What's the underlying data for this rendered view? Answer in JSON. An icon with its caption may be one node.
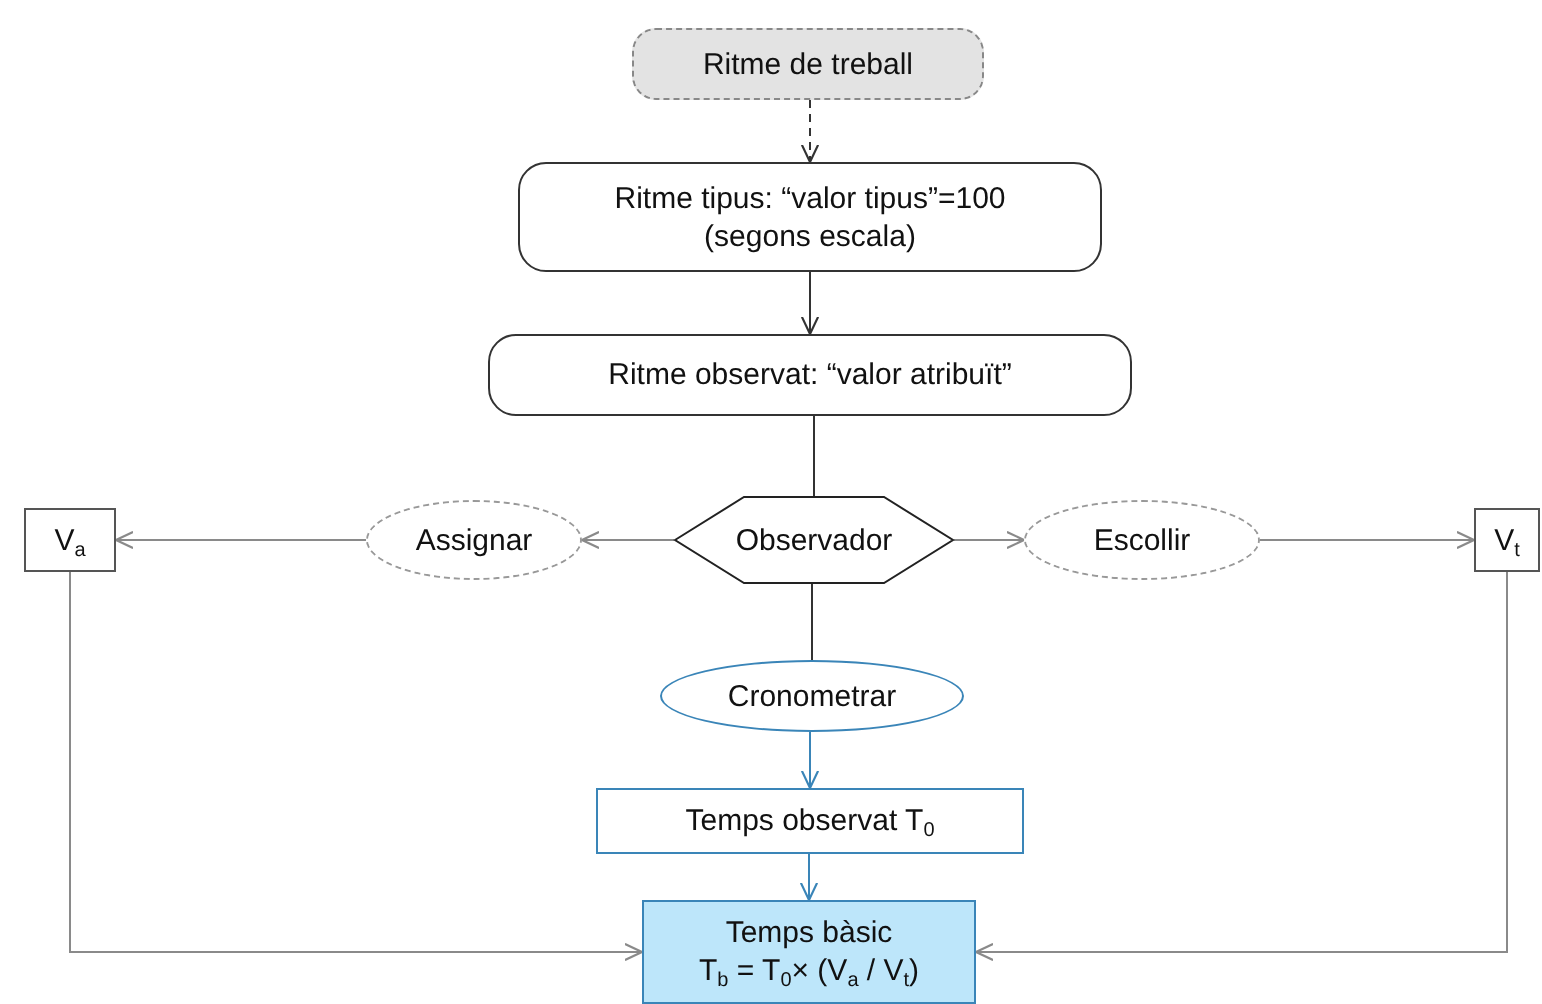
{
  "diagram": {
    "nodes": [
      {
        "text": [
          "Ritme de treball"
        ]
      },
      {
        "text": [
          "Ritme tipus: “valor tipus”=100 (segons escala)"
        ]
      },
      {
        "text": [
          "Ritme observat: “valor atribuït”"
        ]
      },
      {
        "text": [
          "Observador"
        ]
      },
      {
        "text": [
          "Assignar"
        ]
      },
      {
        "text": [
          "Escollir"
        ]
      },
      {
        "text": [
          "V$_{a}$"
        ]
      },
      {
        "text": [
          "V$_{t}$"
        ]
      },
      {
        "text": [
          "Cronometrar"
        ]
      },
      {
        "text": [
          "Temps observat T$_{0}$"
        ]
      },
      {
        "text": [
          "Temps bàsic",
          "T$_{b}$ = T$_{0}$× (V$_{a}$ / V$_{t}$)"
        ]
      }
    ],
    "edges": [
      {
        "from": 0,
        "to": 1,
        "arrow": "to",
        "style": "dashed",
        "color": "#333333"
      },
      {
        "from": 1,
        "to": 2,
        "arrow": "to",
        "color": "#333333"
      },
      {
        "from": 2,
        "to": 3,
        "arrow": "none",
        "color": "#333333"
      },
      {
        "from": 3,
        "to": 4,
        "arrow": "to"
      },
      {
        "from": 4,
        "to": 6,
        "arrow": "to"
      },
      {
        "from": 3,
        "to": 5,
        "arrow": "to"
      },
      {
        "from": 5,
        "to": 7,
        "arrow": "to"
      },
      {
        "from": 3,
        "to": 8,
        "arrow": "none",
        "color": "#333333"
      },
      {
        "from": 8,
        "to": 9,
        "arrow": "to",
        "color": "#3a85b8"
      },
      {
        "from": 9,
        "to": 10,
        "arrow": "to",
        "color": "#3a85b8"
      },
      {
        "from": 6,
        "to": 10,
        "arrow": "to"
      },
      {
        "from": 7,
        "to": 10,
        "arrow": "to"
      }
    ]
  }
}
